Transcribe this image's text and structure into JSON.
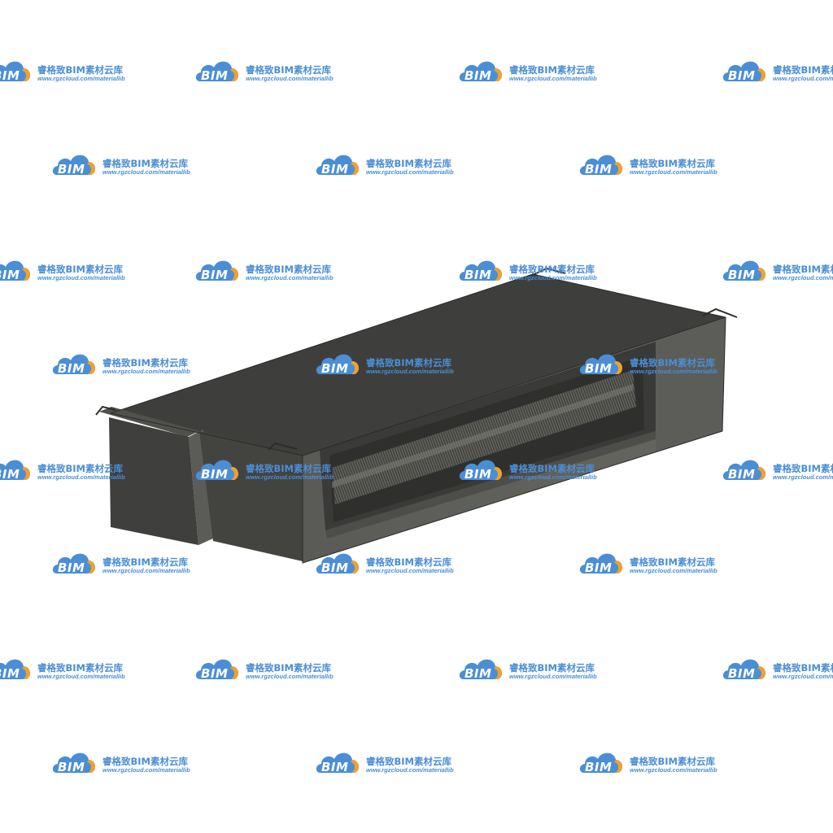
{
  "scene": {
    "subject": "ducted-fan-coil-unit",
    "background_color": "#ffffff",
    "body_color": "#4a4b47",
    "top_color": "#3d3e3b",
    "side_color": "#545551",
    "coil_color": "#6b6b66"
  },
  "watermark": {
    "logo_text": "BIM",
    "title": "睿格致BIM素材云库",
    "url": "www.rgzcloud.com/materiallib",
    "cloud_color": "#4a8ed6",
    "accent_color": "#f0a030"
  }
}
